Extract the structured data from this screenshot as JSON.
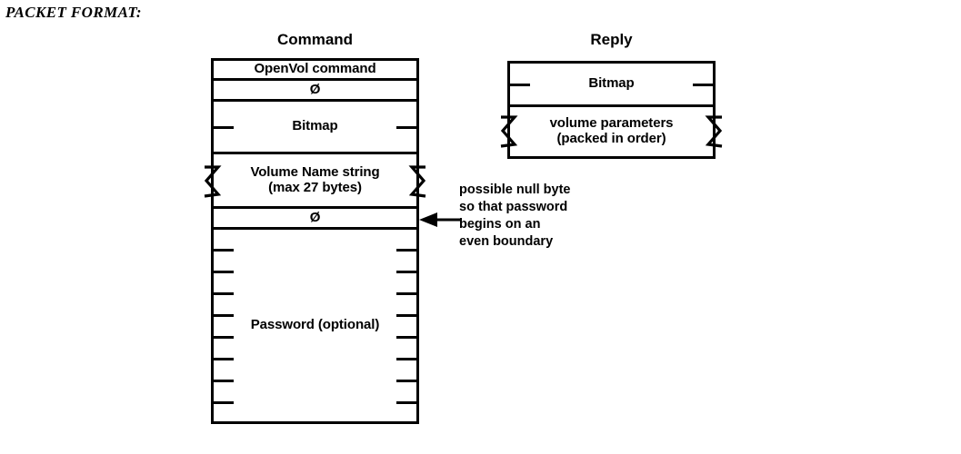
{
  "page": {
    "title": "PACKET FORMAT:"
  },
  "columns": {
    "command": {
      "caption": "Command",
      "fields": [
        {
          "label": "OpenVol command",
          "kind": "plain"
        },
        {
          "label": "Ø",
          "kind": "plain"
        },
        {
          "label": "Bitmap",
          "kind": "ticked"
        },
        {
          "label": "Volume Name string\n(max 27 bytes)",
          "kind": "break"
        },
        {
          "label": "Ø",
          "kind": "plain"
        },
        {
          "label": "Password (optional)",
          "kind": "multi-ticked"
        }
      ]
    },
    "reply": {
      "caption": "Reply",
      "fields": [
        {
          "label": "Bitmap",
          "kind": "ticked"
        },
        {
          "label": "volume parameters\n(packed in order)",
          "kind": "break"
        }
      ]
    }
  },
  "annotations": [
    {
      "id": "null-byte",
      "text": "possible null byte\nso that password\nbegins on an\neven boundary",
      "points_to": "command-field-null-pad",
      "marker": "left-arrow"
    }
  ],
  "colors": {
    "ink": "#000000",
    "paper": "#ffffff"
  }
}
